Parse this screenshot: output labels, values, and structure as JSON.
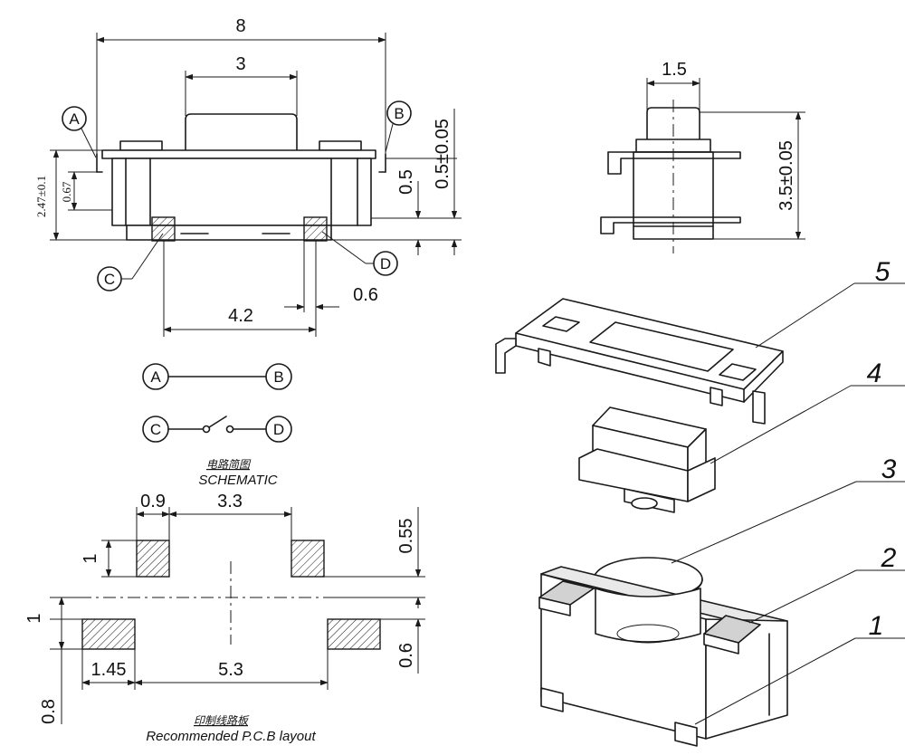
{
  "front_view": {
    "dims": {
      "overall_width": "8",
      "actuator_width": "3",
      "height_total": "2.47±0.1",
      "height_base": "0.67",
      "offset_a": "0.5",
      "offset_b": "0.5±0.05",
      "pad_pitch": "4.2",
      "pad_width": "0.6"
    },
    "terminals": [
      "A",
      "B",
      "C",
      "D"
    ]
  },
  "side_view": {
    "dims": {
      "actuator_width": "1.5",
      "height": "3.5±0.05"
    }
  },
  "schematic": {
    "nodes": [
      "A",
      "B",
      "C",
      "D"
    ],
    "title_zh": "电路简图",
    "title_en": "SCHEMATIC"
  },
  "pcb_layout": {
    "dims": {
      "pad_w_top": "0.9",
      "pad_gap_top": "3.3",
      "pad_h_top": "1",
      "gap_vertical": "0.55",
      "pad_h_bottom": "1",
      "pad_w_bottom": "1.45",
      "pad_gap_bottom": "5.3",
      "pad_h_bottom_right": "0.6",
      "edge_offset": "0.8"
    },
    "title_zh": "印制线路板",
    "title_en": "Recommended  P.C.B  layout"
  },
  "exploded_view": {
    "part_numbers": [
      "5",
      "4",
      "3",
      "2",
      "1"
    ]
  }
}
